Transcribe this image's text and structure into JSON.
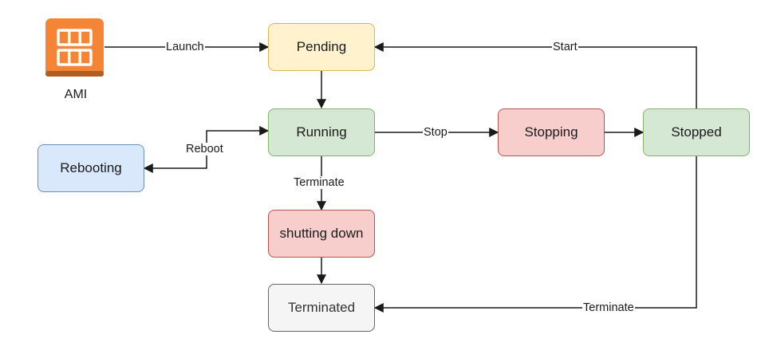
{
  "colors": {
    "pending_fill": "#fff2cc",
    "pending_stroke": "#d6b656",
    "running_fill": "#d5e8d4",
    "running_stroke": "#82b366",
    "rebooting_fill": "#dae8fc",
    "rebooting_stroke": "#6c8ebf",
    "stopping_fill": "#f8cecc",
    "stopping_stroke": "#b85450",
    "terminated_fill": "#f5f5f5",
    "terminated_stroke": "#666666",
    "ami_orange": "#f58536",
    "ami_dark": "#b35e21",
    "edge": "#1a1a1a"
  },
  "ami": {
    "label": "AMI",
    "icon": "ami-icon"
  },
  "nodes": {
    "pending": "Pending",
    "running": "Running",
    "rebooting": "Rebooting",
    "stopping": "Stopping",
    "stopped": "Stopped",
    "shutting_down": "shutting down",
    "terminated": "Terminated"
  },
  "edges": {
    "launch": "Launch",
    "start": "Start",
    "stop": "Stop",
    "reboot": "Reboot",
    "terminate_running": "Terminate",
    "terminate_stopped": "Terminate"
  }
}
